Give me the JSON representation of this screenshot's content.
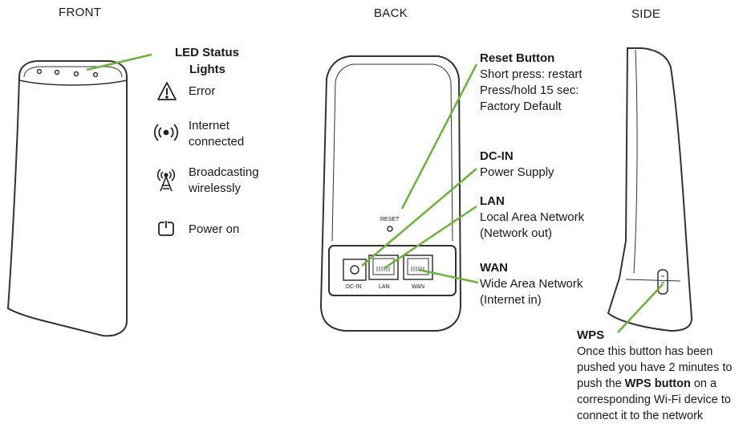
{
  "headers": {
    "front": "FRONT",
    "back": "BACK",
    "side": "SIDE"
  },
  "led": {
    "title_line1": "LED Status",
    "title_line2": "Lights",
    "items": [
      {
        "icon": "warning-triangle-icon",
        "line1": "Error",
        "line2": ""
      },
      {
        "icon": "signal-waves-icon",
        "line1": "Internet",
        "line2": "connected"
      },
      {
        "icon": "antenna-broadcast-icon",
        "line1": "Broadcasting",
        "line2": "wirelessly"
      },
      {
        "icon": "power-icon",
        "line1": "Power on",
        "line2": ""
      }
    ]
  },
  "device_labels": {
    "reset": "RESET",
    "dcin": "DC-IN",
    "lan": "LAN",
    "wan": "WAN"
  },
  "callouts": {
    "reset": {
      "title": "Reset Button",
      "line1": "Short press: restart",
      "line2": "Press/hold 15 sec:",
      "line3": "Factory Default"
    },
    "dcin": {
      "title": "DC-IN",
      "line1": "Power Supply"
    },
    "lan": {
      "title": "LAN",
      "line1": "Local Area Network",
      "line2": "(Network out)"
    },
    "wan": {
      "title": "WAN",
      "line1": "Wide Area Network",
      "line2": "(Internet in)"
    },
    "wps": {
      "title": "WPS",
      "desc_before": "Once this button has been pushed you have 2 minutes to push the ",
      "desc_bold": "WPS button",
      "desc_after": " on a corresponding Wi-Fi device to connect it to the network"
    }
  },
  "colors": {
    "callout_line": "#6ab536",
    "outline": "#333333"
  }
}
